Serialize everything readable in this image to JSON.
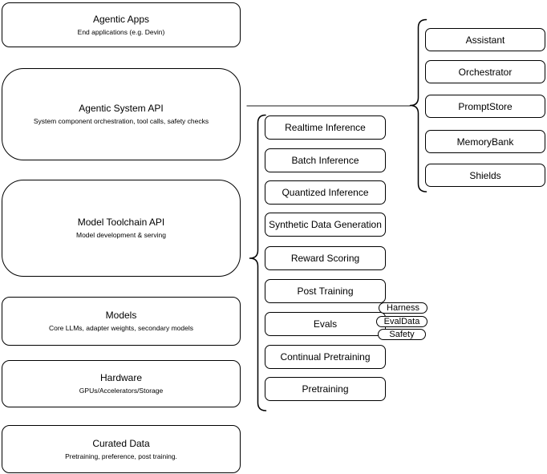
{
  "colors": {
    "stroke": "#000000",
    "fill": "#ffffff",
    "connector": "#666666"
  },
  "left_stack": [
    {
      "title": "Agentic Apps",
      "subtitle": "End applications (e.g. Devin)"
    },
    {
      "title": "Agentic System API",
      "subtitle": "System component orchestration, tool calls, safety checks"
    },
    {
      "title": "Model Toolchain API",
      "subtitle": "Model development & serving"
    },
    {
      "title": "Models",
      "subtitle": "Core LLMs, adapter weights, secondary models"
    },
    {
      "title": "Hardware",
      "subtitle": "GPUs/Accelerators/Storage"
    },
    {
      "title": "Curated Data",
      "subtitle": "Pretraining, preference, post training."
    }
  ],
  "toolchain_components": [
    "Realtime Inference",
    "Batch Inference",
    "Quantized Inference",
    "Synthetic Data Generation",
    "Reward Scoring",
    "Post Training",
    "Evals",
    "Continual Pretraining",
    "Pretraining"
  ],
  "eval_tags": [
    "Harness",
    "EvalData",
    "Safety"
  ],
  "system_components": [
    "Assistant",
    "Orchestrator",
    "PromptStore",
    "MemoryBank",
    "Shields"
  ]
}
